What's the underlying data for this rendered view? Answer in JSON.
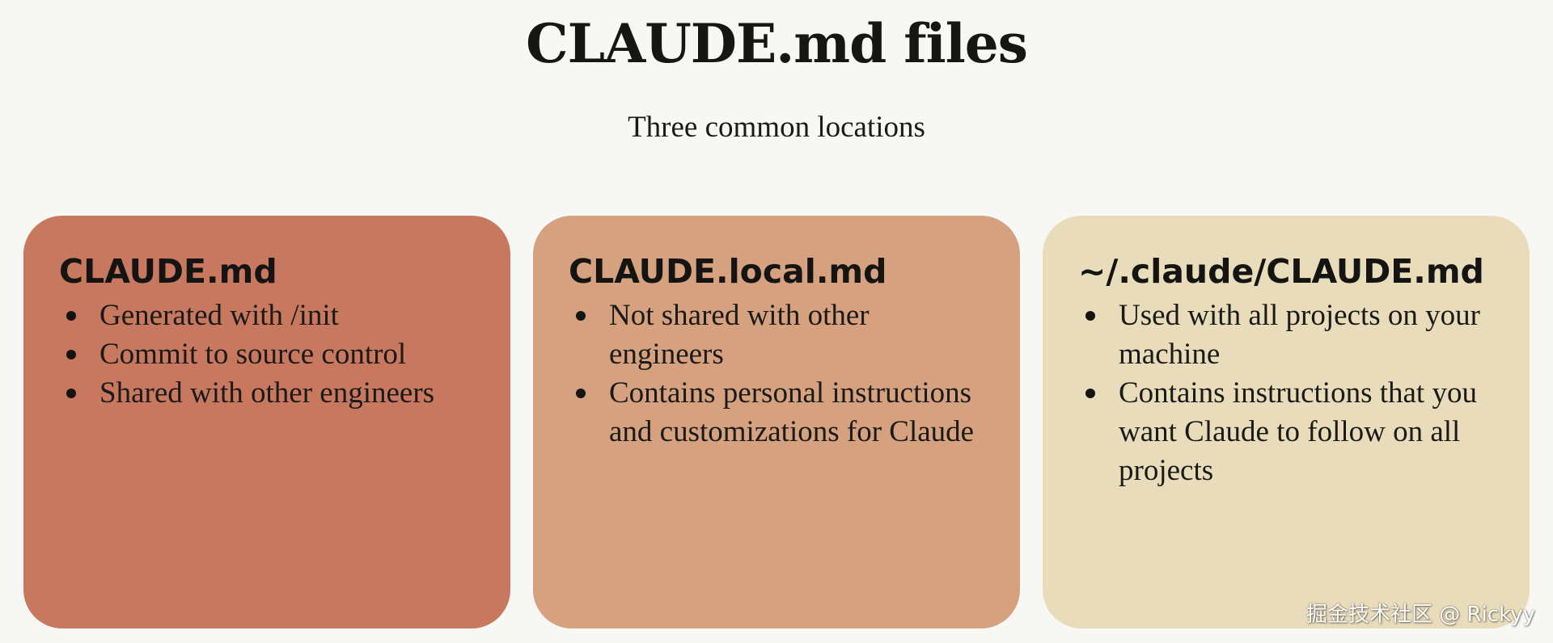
{
  "title": "CLAUDE.md files",
  "subtitle": "Three common locations",
  "colors": {
    "background": "#f7f8f3",
    "card_1": "#c8785e",
    "card_2": "#d5a17e",
    "card_3": "#e9dcba",
    "text": "#1a1a18"
  },
  "cards": [
    {
      "heading": "CLAUDE.md",
      "items": [
        "Generated with /init",
        "Commit to source control",
        "Shared with other engineers"
      ]
    },
    {
      "heading": "CLAUDE.local.md",
      "items": [
        "Not shared with other engineers",
        "Contains personal instructions and customizations for Claude"
      ]
    },
    {
      "heading": "~/.claude/CLAUDE.md",
      "items": [
        "Used with all projects on your machine",
        "Contains instructions that you want Claude to follow on all projects"
      ]
    }
  ],
  "watermark": "掘金技术社区 @ Rickyy"
}
